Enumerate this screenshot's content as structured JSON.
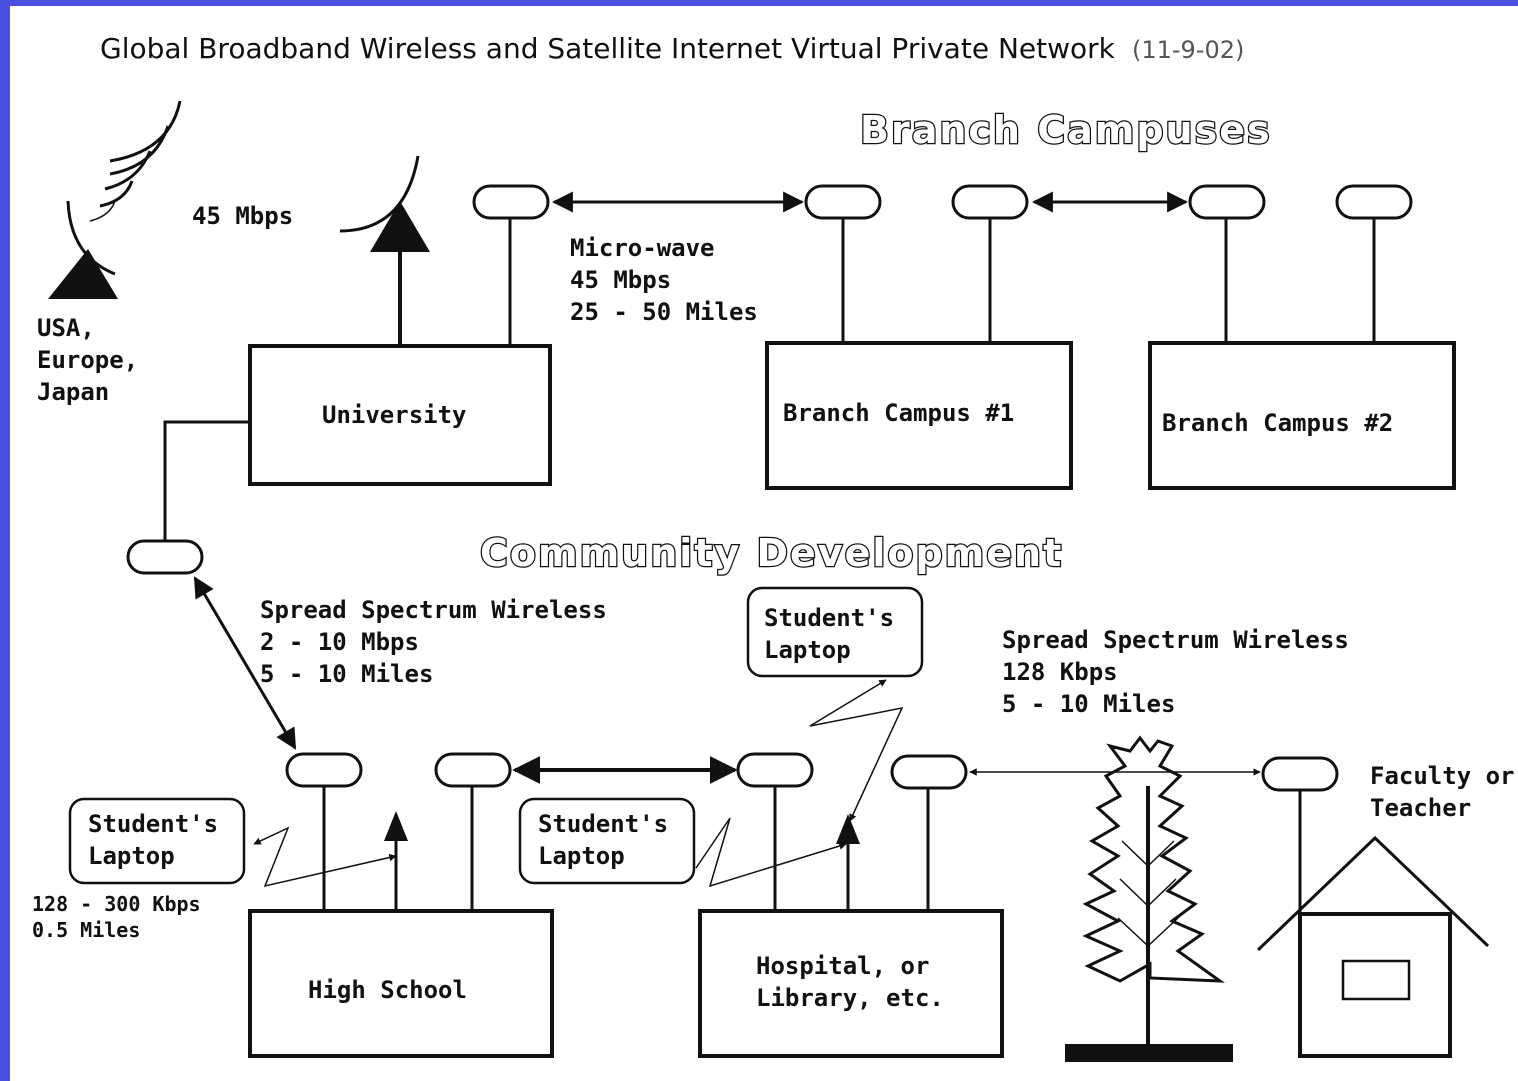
{
  "title": {
    "main": "Global Broadband Wireless and Satellite Internet Virtual Private Network",
    "date": "(11-9-02)"
  },
  "headings": {
    "branch": "Branch Campuses",
    "community": "Community Development"
  },
  "satellite": {
    "speed": "45 Mbps",
    "regions": [
      "USA,",
      "Europe,",
      "Japan"
    ]
  },
  "microwave": {
    "lines": [
      "Micro-wave",
      "45 Mbps",
      "25 - 50 Miles"
    ]
  },
  "spread_left": {
    "lines": [
      "Spread Spectrum Wireless",
      "2 - 10 Mbps",
      "5 - 10 Miles"
    ]
  },
  "spread_right": {
    "lines": [
      "Spread Spectrum Wireless",
      "128 Kbps",
      "5 - 10 Miles"
    ]
  },
  "laptop_speed": {
    "lines": [
      "128 - 300 Kbps",
      "0.5 Miles"
    ]
  },
  "buildings": {
    "university": "University",
    "branch1": "Branch Campus #1",
    "branch2": "Branch Campus #2",
    "high_school": "High School",
    "hospital": [
      "Hospital, or",
      "Library, etc."
    ]
  },
  "laptops": {
    "top": [
      "Student's",
      "Laptop"
    ],
    "left": [
      "Student's",
      "Laptop"
    ],
    "middle": [
      "Student's",
      "Laptop"
    ]
  },
  "faculty": {
    "lines": [
      "Faculty or",
      "Teacher"
    ]
  }
}
